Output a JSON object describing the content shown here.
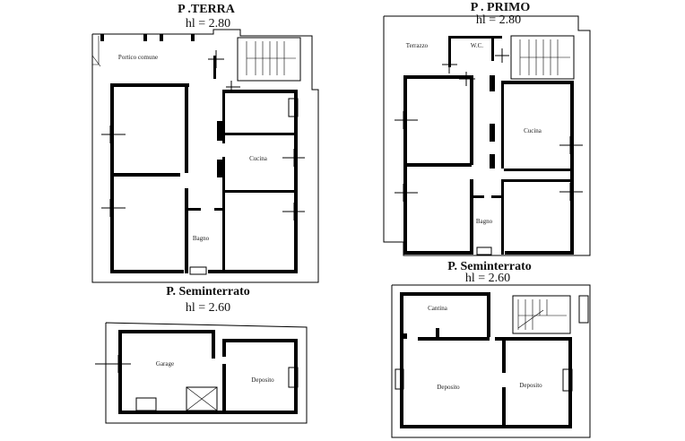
{
  "plans": {
    "terra": {
      "title": "P .TERRA",
      "height": "hl = 2.80",
      "rooms": {
        "portico": "Portico comune",
        "cucina": "Cucina",
        "bagno": "Bagno"
      }
    },
    "primo": {
      "title": "P . PRIMO",
      "height": "hl = 2.80",
      "rooms": {
        "terrazzo": "Terrazzo",
        "wc": "W.C.",
        "cucina": "Cucina",
        "bagno": "Bagno"
      }
    },
    "seminterrato_left": {
      "title": "P. Seminterrato",
      "height": "hl = 2.60",
      "rooms": {
        "garage": "Garage",
        "deposito": "Deposito"
      }
    },
    "seminterrato_right": {
      "title": "P. Seminterrato",
      "height": "hl = 2.60",
      "rooms": {
        "cantina": "Cantina",
        "deposito1": "Deposito",
        "deposito2": "Deposito"
      }
    }
  }
}
